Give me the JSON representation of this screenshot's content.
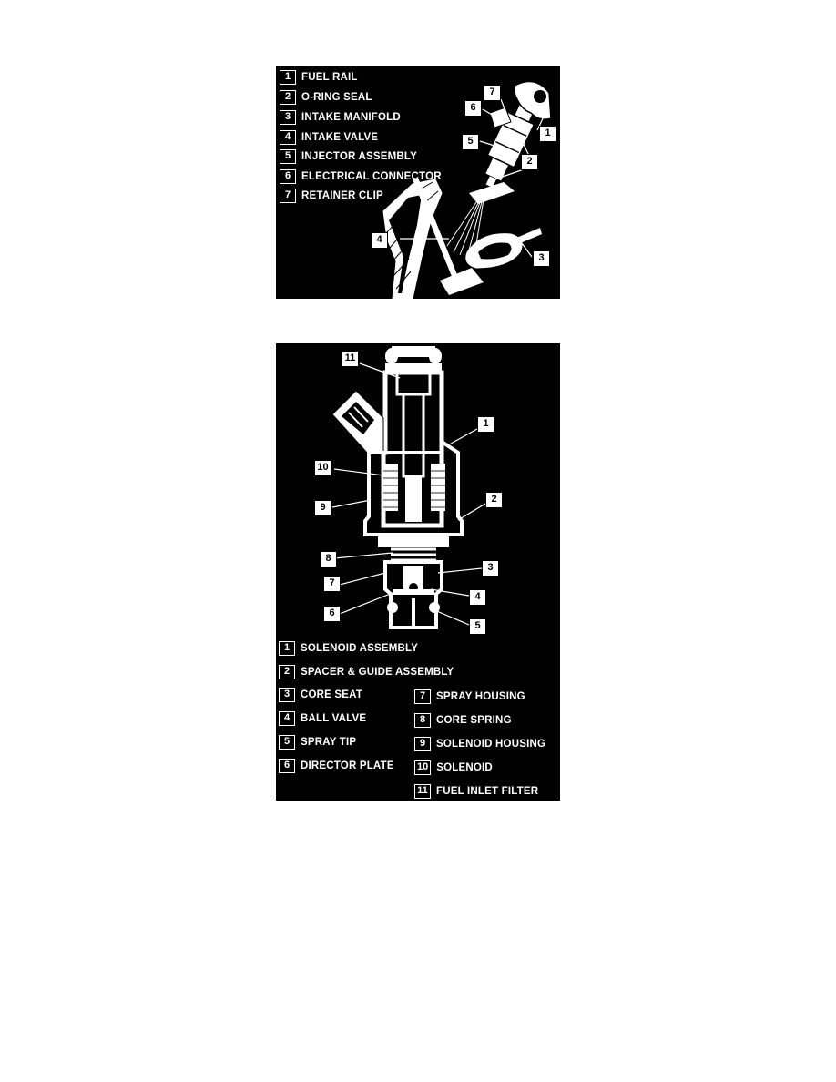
{
  "top_figure": {
    "legend": [
      {
        "num": "1",
        "label": "FUEL RAIL"
      },
      {
        "num": "2",
        "label": "O-RING SEAL"
      },
      {
        "num": "3",
        "label": "INTAKE MANIFOLD"
      },
      {
        "num": "4",
        "label": "INTAKE VALVE"
      },
      {
        "num": "5",
        "label": "INJECTOR ASSEMBLY"
      },
      {
        "num": "6",
        "label": "ELECTRICAL CONNECTOR"
      },
      {
        "num": "7",
        "label": "RETAINER CLIP"
      }
    ],
    "callouts": [
      "7",
      "6",
      "1",
      "5",
      "2",
      "4",
      "3"
    ]
  },
  "bottom_figure": {
    "legend_left": [
      {
        "num": "1",
        "label": "SOLENOID ASSEMBLY"
      },
      {
        "num": "2",
        "label": "SPACER & GUIDE ASSEMBLY"
      },
      {
        "num": "3",
        "label": "CORE SEAT"
      },
      {
        "num": "4",
        "label": "BALL VALVE"
      },
      {
        "num": "5",
        "label": "SPRAY TIP"
      },
      {
        "num": "6",
        "label": "DIRECTOR PLATE"
      }
    ],
    "legend_right": [
      {
        "num": "7",
        "label": "SPRAY HOUSING"
      },
      {
        "num": "8",
        "label": "CORE SPRING"
      },
      {
        "num": "9",
        "label": "SOLENOID HOUSING"
      },
      {
        "num": "10",
        "label": "SOLENOID"
      },
      {
        "num": "11",
        "label": "FUEL INLET FILTER"
      }
    ],
    "callouts": [
      "11",
      "1",
      "10",
      "9",
      "2",
      "8",
      "3",
      "7",
      "4",
      "6",
      "5"
    ]
  }
}
